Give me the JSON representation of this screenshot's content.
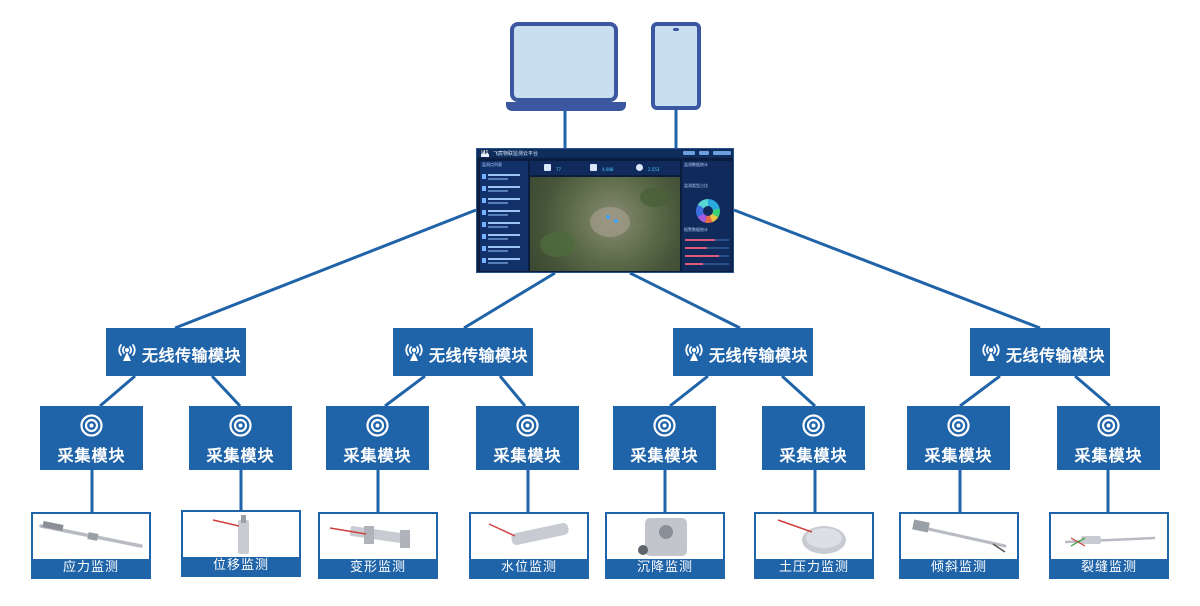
{
  "platform": {
    "title": "飞宸物联监测云平台",
    "logo": "FM",
    "left_panel_title": "监测点列表",
    "right_panel_title_1": "监测数据统计",
    "right_panel_title_2": "监测类型占比",
    "right_panel_title_3": "报警数据统计",
    "stat_values": [
      "77",
      "4,088",
      "2,553"
    ]
  },
  "wireless_modules": [
    {
      "label": "无线传输模块",
      "icon": "wireless-antenna-icon"
    },
    {
      "label": "无线传输模块",
      "icon": "wireless-antenna-icon"
    },
    {
      "label": "无线传输模块",
      "icon": "wireless-antenna-icon"
    },
    {
      "label": "无线传输模块",
      "icon": "wireless-antenna-icon"
    }
  ],
  "collection_modules": [
    {
      "label": "采集模块",
      "icon": "signal-icon"
    },
    {
      "label": "采集模块",
      "icon": "signal-icon"
    },
    {
      "label": "采集模块",
      "icon": "signal-icon"
    },
    {
      "label": "采集模块",
      "icon": "signal-icon"
    },
    {
      "label": "采集模块",
      "icon": "signal-icon"
    },
    {
      "label": "采集模块",
      "icon": "signal-icon"
    },
    {
      "label": "采集模块",
      "icon": "signal-icon"
    },
    {
      "label": "采集模块",
      "icon": "signal-icon"
    }
  ],
  "sensors": [
    {
      "label": "应力监测",
      "icon": "stress-gauge-sensor"
    },
    {
      "label": "位移监测",
      "icon": "displacement-sensor"
    },
    {
      "label": "变形监测",
      "icon": "deformation-sensor"
    },
    {
      "label": "水位监测",
      "icon": "water-level-sensor"
    },
    {
      "label": "沉降监测",
      "icon": "settlement-sensor"
    },
    {
      "label": "土压力监测",
      "icon": "earth-pressure-cell"
    },
    {
      "label": "倾斜监测",
      "icon": "inclinometer-sensor"
    },
    {
      "label": "裂缝监测",
      "icon": "crack-meter-sensor"
    }
  ],
  "colors": {
    "primary": "#1f63a8",
    "device": "#3b57a0",
    "screen": "#c7dff0",
    "dashboard": "#0b1d3e"
  }
}
